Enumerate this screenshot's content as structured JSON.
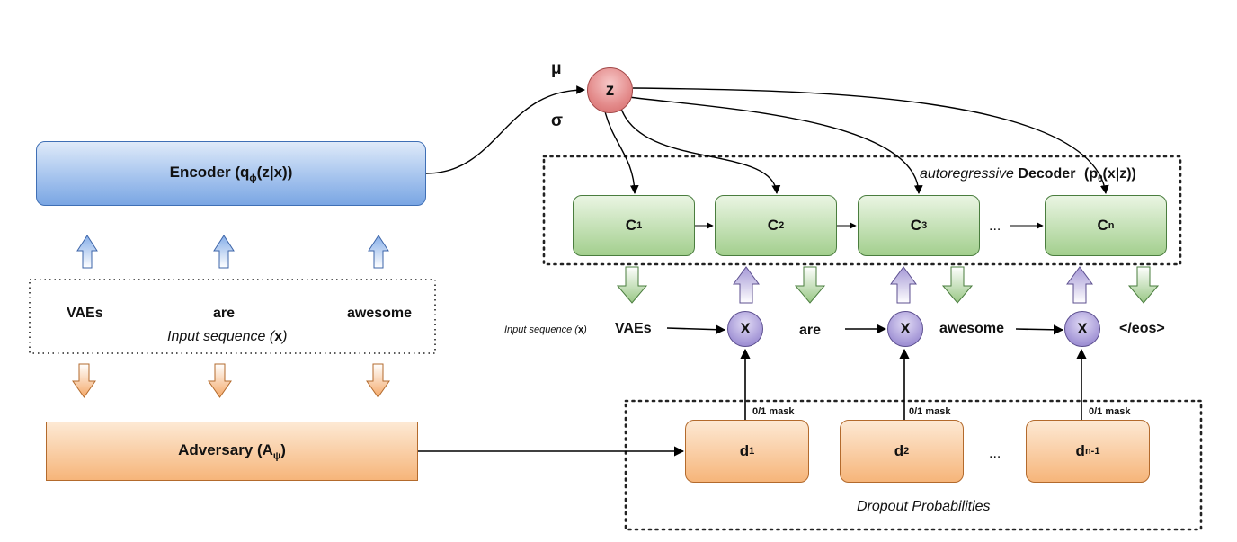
{
  "encoder": {
    "label": "Encoder (q",
    "sub": "ϕ",
    "tail": "(z|x))"
  },
  "adversary": {
    "label": "Adversary (A",
    "sub": "ψ",
    "tail": ")"
  },
  "latent": {
    "z": "z",
    "mu": "μ",
    "sigma": "σ"
  },
  "input_left": {
    "words": [
      "VAEs",
      "are",
      "awesome"
    ],
    "caption_pre": "Input sequence (",
    "caption_bold": "x",
    "caption_post": ")"
  },
  "decoder": {
    "title_italic": "autoregressive",
    "title_bold": "Decoder",
    "formula_pre": "(p",
    "formula_sub": "θ",
    "formula_post": "(x|z))",
    "cells": [
      {
        "main": "C",
        "sub": "1"
      },
      {
        "main": "C",
        "sub": "2"
      },
      {
        "main": "C",
        "sub": "3"
      },
      {
        "main": "C",
        "sub": "n"
      }
    ],
    "ellipsis": "..."
  },
  "input_right": {
    "caption_pre": "Input sequence (",
    "caption_bold": "x",
    "caption_post": ")",
    "tokens": [
      "VAEs",
      "are",
      "awesome",
      "</eos>"
    ],
    "mult": "X"
  },
  "dropout": {
    "mask_label": "0/1 mask",
    "cells": [
      {
        "main": "d",
        "sub": "1"
      },
      {
        "main": "d",
        "sub": "2"
      },
      {
        "main": "d",
        "sub": "n-1"
      }
    ],
    "ellipsis": "...",
    "caption": "Dropout Probabilities"
  },
  "colors": {
    "encoder": "#7aa6e3",
    "adversary": "#f6b57a",
    "cell": "#a3cf8e",
    "z": "#e38a8a",
    "mult": "#a395d6"
  }
}
